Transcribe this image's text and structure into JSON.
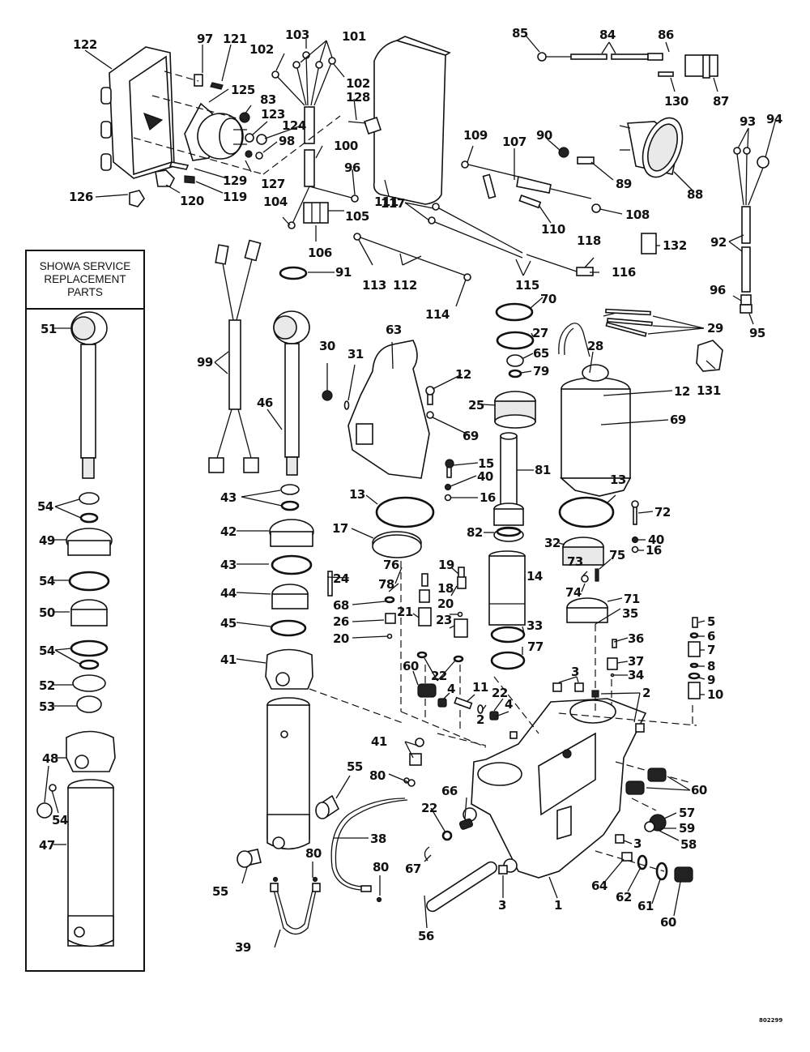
{
  "diagram": {
    "title_box": {
      "lines": [
        "SHOWA SERVICE",
        "REPLACEMENT",
        "PARTS"
      ]
    },
    "drawing_number": "802299",
    "callouts": {
      "c122": "122",
      "c97": "97",
      "c121": "121",
      "c102a": "102",
      "c103": "103",
      "c101": "101",
      "c102b": "102",
      "c128": "128",
      "c125": "125",
      "c83": "83",
      "c123": "123",
      "c124": "124",
      "c98": "98",
      "c100": "100",
      "c96a": "96",
      "c129": "129",
      "c127": "127",
      "c126": "126",
      "c120": "120",
      "c119": "119",
      "c104": "104",
      "c105": "105",
      "c106": "106",
      "c111": "111",
      "c85": "85",
      "c84": "84",
      "c86": "86",
      "c87": "87",
      "c130": "130",
      "c109": "109",
      "c107": "107",
      "c90": "90",
      "c89": "89",
      "c88": "88",
      "c108": "108",
      "c110": "110",
      "c93": "93",
      "c94": "94",
      "c92": "92",
      "c132": "132",
      "c117": "117",
      "c118": "118",
      "c116": "116",
      "c113": "113",
      "c112": "112",
      "c115": "115",
      "c114": "114",
      "c91": "91",
      "c96b": "96",
      "c95": "95",
      "c131": "131",
      "c29": "29",
      "c51": "51",
      "c54a": "54",
      "c49": "49",
      "c54b": "54",
      "c50": "50",
      "c54c": "54",
      "c52": "52",
      "c53": "53",
      "c48": "48",
      "c54d": "54",
      "c47": "47",
      "c99": "99",
      "c46": "46",
      "c30": "30",
      "c31": "31",
      "c43a": "43",
      "c42": "42",
      "c43b": "43",
      "c44": "44",
      "c45": "45",
      "c41a": "41",
      "c63": "63",
      "c12a": "12",
      "c69a": "69",
      "c25": "25",
      "c70": "70",
      "c27": "27",
      "c65": "65",
      "c79": "79",
      "c81": "81",
      "c28": "28",
      "c12b": "12",
      "c69b": "69",
      "c15": "15",
      "c40a": "40",
      "c16a": "16",
      "c13a": "13",
      "c13b": "13",
      "c17": "17",
      "c82": "82",
      "c72": "72",
      "c40b": "40",
      "c16b": "16",
      "c32": "32",
      "c75": "75",
      "c73": "73",
      "c74": "74",
      "c71": "71",
      "c35": "35",
      "c36": "36",
      "c37": "37",
      "c34": "34",
      "c2a": "2",
      "c5": "5",
      "c6": "6",
      "c7": "7",
      "c8": "8",
      "c9": "9",
      "c10": "10",
      "c24": "24",
      "c76": "76",
      "c19": "19",
      "c78": "78",
      "c18": "18",
      "c68": "68",
      "c26": "26",
      "c21": "21",
      "c20a": "20",
      "c20b": "20",
      "c23": "23",
      "c14": "14",
      "c33": "33",
      "c77": "77",
      "c22a": "22",
      "c60a": "60",
      "c4a": "4",
      "c11": "11",
      "c22b": "22",
      "c4b": "4",
      "c2b": "2",
      "c3a": "3",
      "c41b": "41",
      "c80a": "80",
      "c55a": "55",
      "c38": "38",
      "c66": "66",
      "c22c": "22",
      "c67": "67",
      "c80b": "80",
      "c80c": "80",
      "c55b": "55",
      "c39": "39",
      "c56": "56",
      "c3b": "3",
      "c1": "1",
      "c60b": "60",
      "c57": "57",
      "c59": "59",
      "c58": "58",
      "c3c": "3",
      "c64": "64",
      "c62": "62",
      "c61": "61",
      "c60c": "60"
    }
  }
}
